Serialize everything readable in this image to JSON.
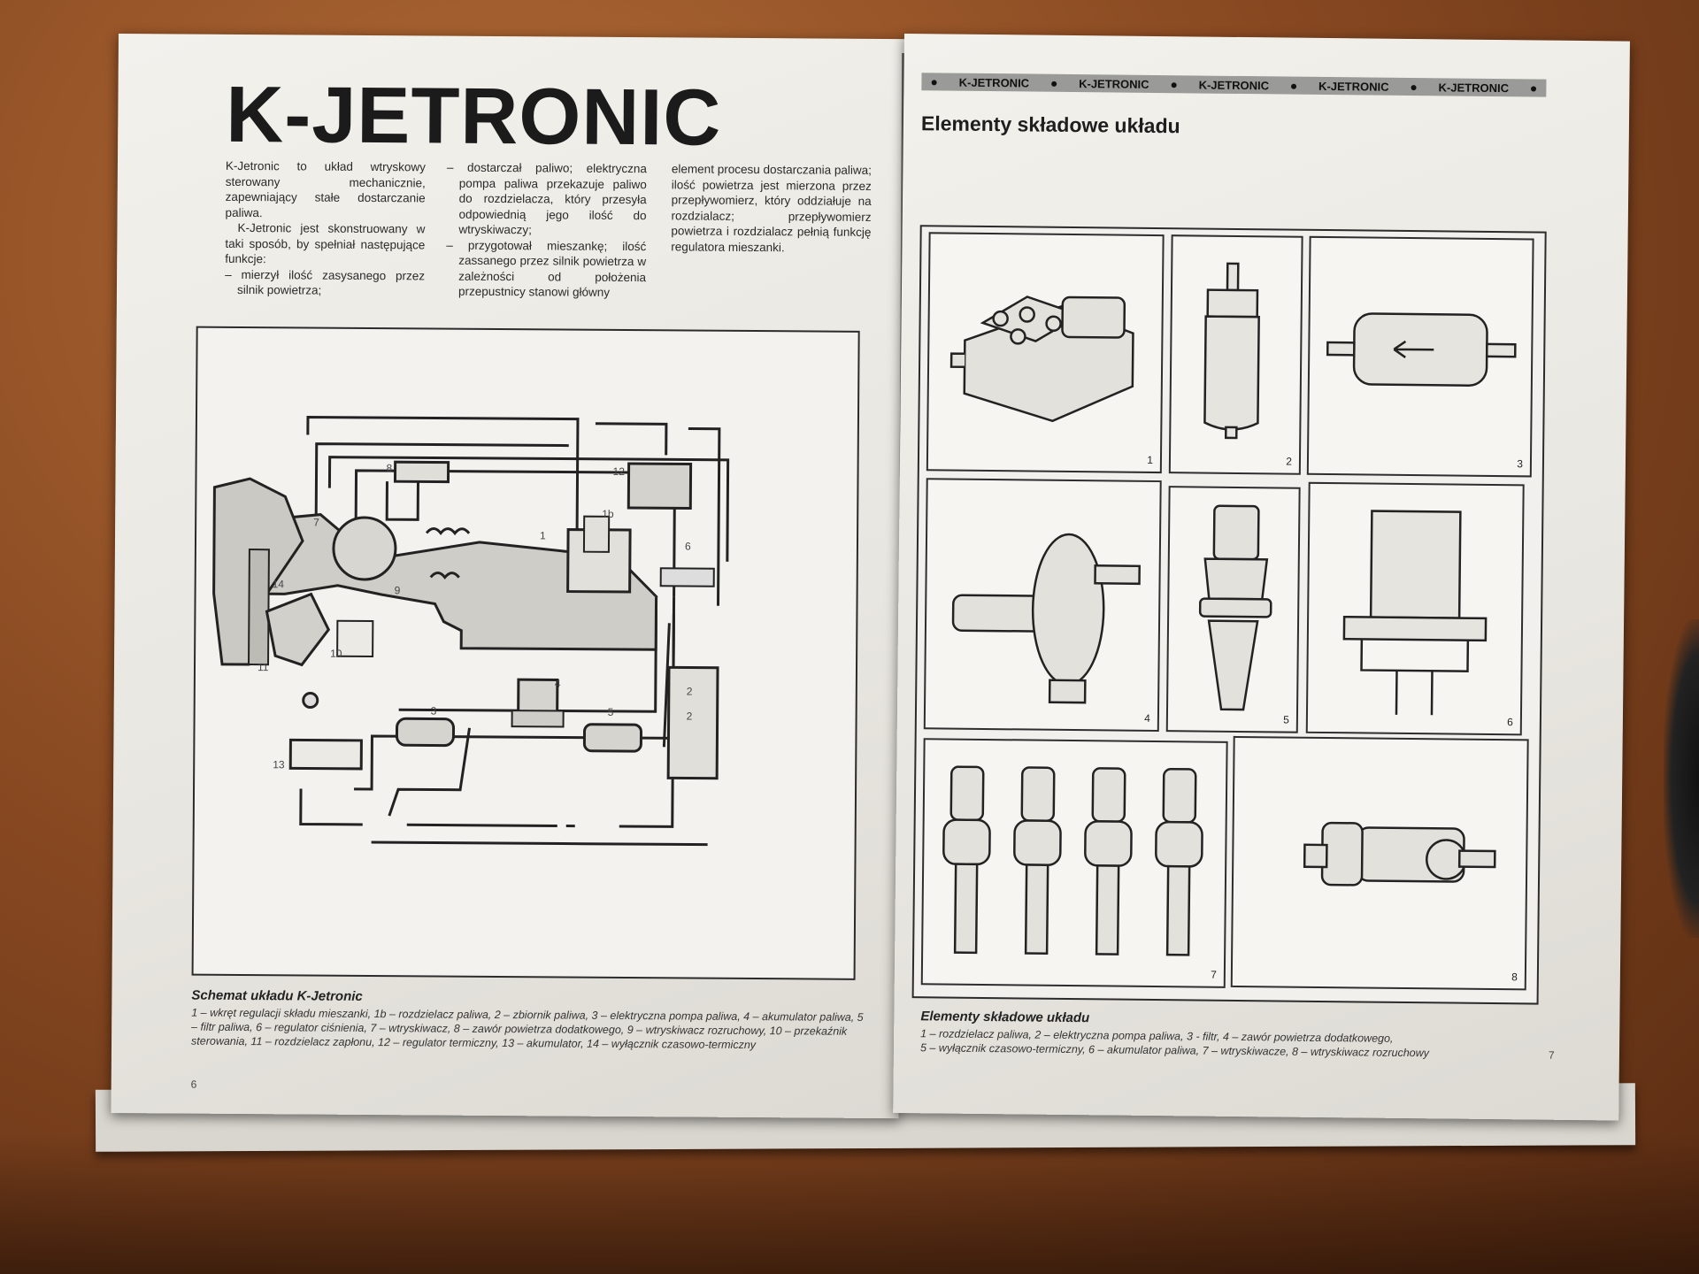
{
  "left_page": {
    "title": "K-JETRONIC",
    "col1": [
      "K-Jetronic to układ wtryskowy sterowany mechanicznie, zapewniający stałe dostarczanie paliwa.",
      "K-Jetronic jest skonstruowany w taki sposób, by spełniał następujące funkcje:",
      "– mierzył ilość zasysanego przez silnik powietrza;"
    ],
    "col2": [
      "– dostarczał paliwo; elektryczna pompa paliwa przekazuje paliwo do rozdzielacza, który przesyła odpowiednią jego ilość do wtryskiwaczy;",
      "– przygotował mieszankę; ilość zassanego przez silnik powietrza w zależności od położenia przepustnicy stanowi główny"
    ],
    "col3": [
      "element procesu dostarczania paliwa; ilość powietrza jest mierzona przez przepływomierz, który oddziałuje na rozdzialacz; przepływomierz powietrza i rozdzialacz pełnią funkcję regulatora mieszanki."
    ],
    "diagram_labels": [
      "8",
      "12",
      "1b",
      "7",
      "1",
      "6",
      "14",
      "9",
      "10",
      "11",
      "4",
      "3",
      "5",
      "2",
      "2",
      "13"
    ],
    "caption_title": "Schemat układu K-Jetronic",
    "caption_text": "1 – wkręt regulacji składu mieszanki, 1b – rozdzielacz paliwa, 2 – zbiornik paliwa, 3 – elektryczna pompa paliwa, 4 – akumulator paliwa, 5 – filtr paliwa, 6 – regulator ciśnienia, 7 – wtryskiwacz, 8 – zawór powietrza dodatkowego, 9 – wtryskiwacz rozruchowy, 10 – przekaźnik sterowania, 11 – rozdzielacz zapłonu, 12 – regulator termiczny, 13 – akumulator, 14 – wyłącznik czasowo-termiczny",
    "page_number": "6"
  },
  "right_page": {
    "runner_items": [
      "K-JETRONIC",
      "K-JETRONIC",
      "K-JETRONIC",
      "K-JETRONIC",
      "K-JETRONIC"
    ],
    "section_title": "Elementy składowe układu",
    "cell_numbers": [
      "1",
      "2",
      "3",
      "4",
      "5",
      "6",
      "7",
      "8"
    ],
    "caption_title": "Elementy składowe układu",
    "caption_line1": "1 – rozdzielacz paliwa, 2 – elektryczna pompa paliwa, 3 - filtr, 4 – zawór powietrza dodatkowego,",
    "caption_line2": "5 – wyłącznik czasowo-termiczny, 6 – akumulator paliwa, 7 – wtryskiwacze, 8 – wtryskiwacz rozruchowy",
    "page_number": "7"
  },
  "colors": {
    "paper": "#efeee9",
    "ink": "#1b1b1b",
    "desk": "#8a4a22",
    "runner_bar": "#9a9a98"
  }
}
